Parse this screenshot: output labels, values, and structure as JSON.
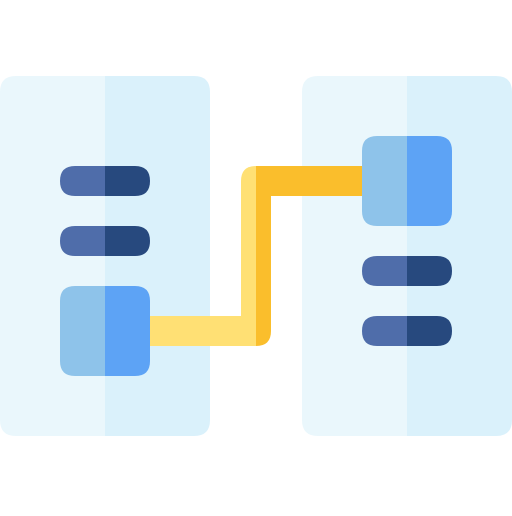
{
  "icon": {
    "name": "data-mapping-icon",
    "colors": {
      "panel_light": "#EAF7FC",
      "panel_shade": "#DAF1FB",
      "bar_light": "#4F6DAA",
      "bar_dark": "#27497E",
      "node_light": "#8EC3EA",
      "node_dark": "#5DA3F5",
      "connector_light": "#FFE074",
      "connector_dark": "#FABE2C"
    },
    "left_panel": {
      "bars": 2,
      "node_position": "bottom"
    },
    "right_panel": {
      "bars": 2,
      "node_position": "top"
    }
  }
}
